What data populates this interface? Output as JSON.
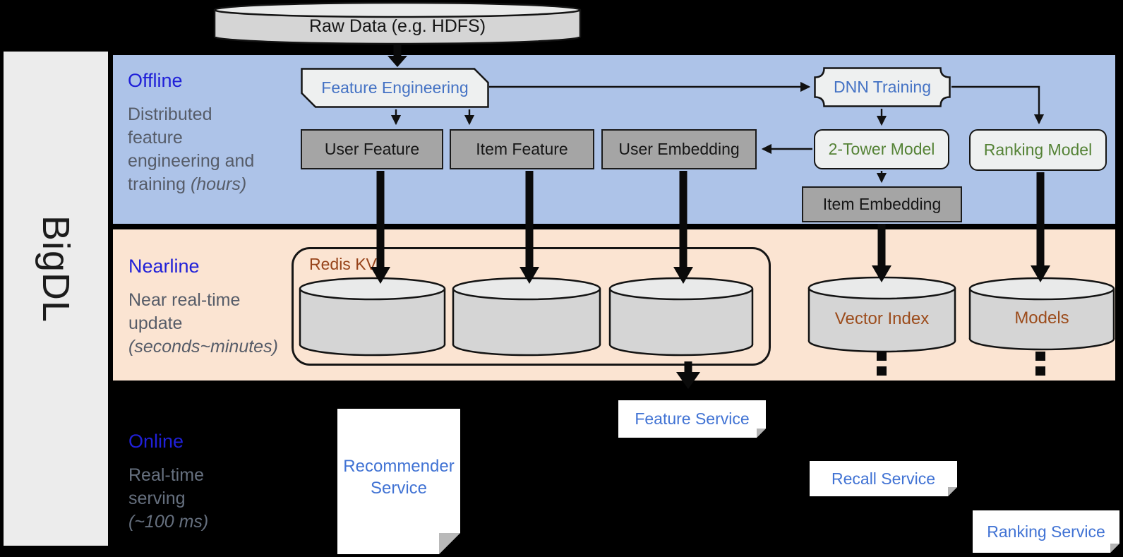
{
  "brand": {
    "name": "BigDL"
  },
  "sections": {
    "offline": {
      "title": "Offline",
      "desc_lines": [
        "Distributed",
        "feature",
        "engineering and",
        "training"
      ],
      "desc_italic": "(hours)"
    },
    "nearline": {
      "title": "Nearline",
      "desc_lines": [
        "Near real-time",
        "update"
      ],
      "desc_italic": "(seconds~minutes)"
    },
    "online": {
      "title": "Online",
      "desc_lines": [
        "Real-time",
        "serving"
      ],
      "desc_italic": "(~100 ms)"
    }
  },
  "nodes": {
    "raw_data": {
      "label": "Raw Data (e.g. HDFS)"
    },
    "feature_engineering": {
      "label": "Feature Engineering"
    },
    "dnn_training": {
      "label": "DNN Training"
    },
    "user_feature": {
      "label": "User Feature"
    },
    "item_feature": {
      "label": "Item Feature"
    },
    "user_embedding": {
      "label": "User Embedding"
    },
    "two_tower_model": {
      "label": "2-Tower Model"
    },
    "ranking_model": {
      "label": "Ranking Model"
    },
    "item_embedding": {
      "label": "Item Embedding"
    },
    "redis_kv": {
      "label": "Redis KV"
    },
    "vector_index": {
      "label": "Vector Index"
    },
    "models": {
      "label": "Models"
    },
    "recommender_service": {
      "label": "Recommender Service"
    },
    "feature_service": {
      "label": "Feature Service"
    },
    "recall_service": {
      "label": "Recall Service"
    },
    "ranking_service": {
      "label": "Ranking Service"
    }
  },
  "colors": {
    "offline_band": "#adc3e8",
    "nearline_band": "#fbe4d2",
    "online_background": "#000000",
    "section_title_blue": "#2020d8",
    "node_text_blue": "#4472c4",
    "node_text_green": "#548235",
    "node_text_brown": "#97431a",
    "cylinder_label_brown": "#9c4c1c",
    "service_text_blue": "#4173d4",
    "gray_node_fill": "#a5a5a5",
    "light_node_fill": "#eef0f0",
    "cylinder_fill": "#d5d5d5",
    "brand_bar_fill": "#ececec"
  }
}
